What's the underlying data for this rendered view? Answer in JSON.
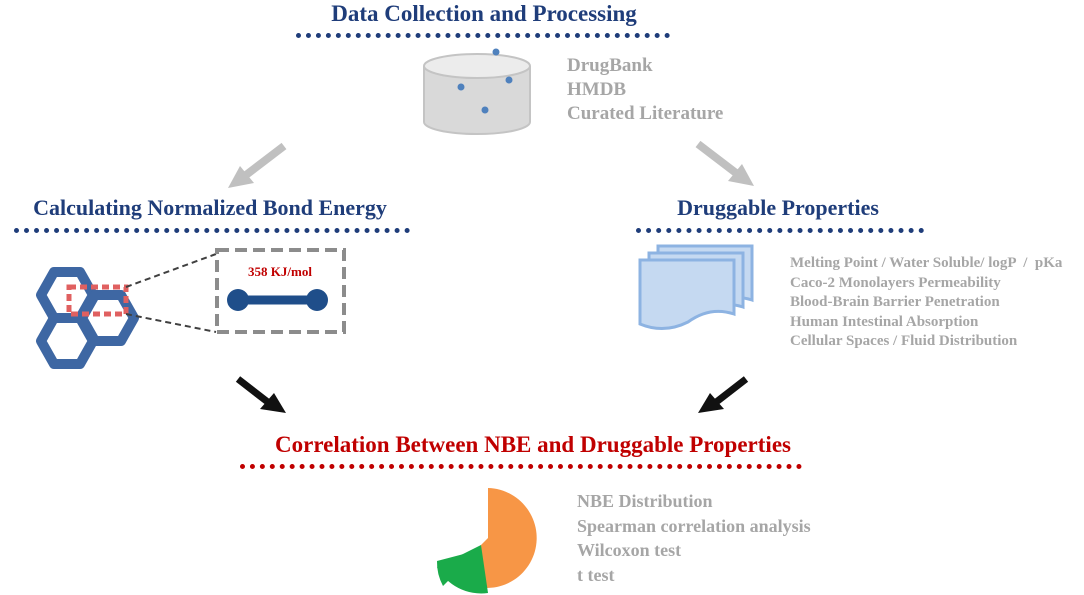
{
  "colors": {
    "section_blue": "#1f3d7a",
    "section_red": "#c00000",
    "gray_text": "#a6a6a6",
    "hex_blue": "#3e67a3",
    "bond_blue": "#1f4e8a",
    "highlight_red": "#e06060",
    "doc_fill": "#c5d9f1",
    "doc_stroke": "#8db3e2",
    "pie_orange": "#f79646",
    "pie_green": "#1aab4a",
    "arrow_gray": "#c0c0c0",
    "arrow_black": "#111111"
  },
  "icons": {
    "database": "database-icon",
    "molecule": "hexagon-molecule-icon",
    "bond": "bond-icon",
    "documents": "stacked-documents-icon",
    "pie": "pie-chart-icon",
    "gray_arrow": "arrow-icon",
    "black_arrow": "arrow-icon"
  },
  "data_collection": {
    "title": "Data Collection and Processing",
    "sources": [
      "DrugBank",
      "HMDB",
      "Curated Literature"
    ]
  },
  "nbe": {
    "title": "Calculating Normalized Bond Energy",
    "bond_label": "358 KJ/mol"
  },
  "druggable": {
    "title": "Druggable Properties",
    "properties": [
      "Melting Point / Water Soluble/ logP  /  pKa",
      "Caco-2 Monolayers Permeability",
      "Blood-Brain Barrier Penetration",
      "Human Intestinal Absorption",
      "Cellular Spaces / Fluid Distribution"
    ]
  },
  "correlation": {
    "title": "Correlation Between NBE and Druggable Properties",
    "methods": [
      "NBE Distribution",
      "Spearman correlation analysis",
      "Wilcoxon test",
      "t test"
    ]
  }
}
